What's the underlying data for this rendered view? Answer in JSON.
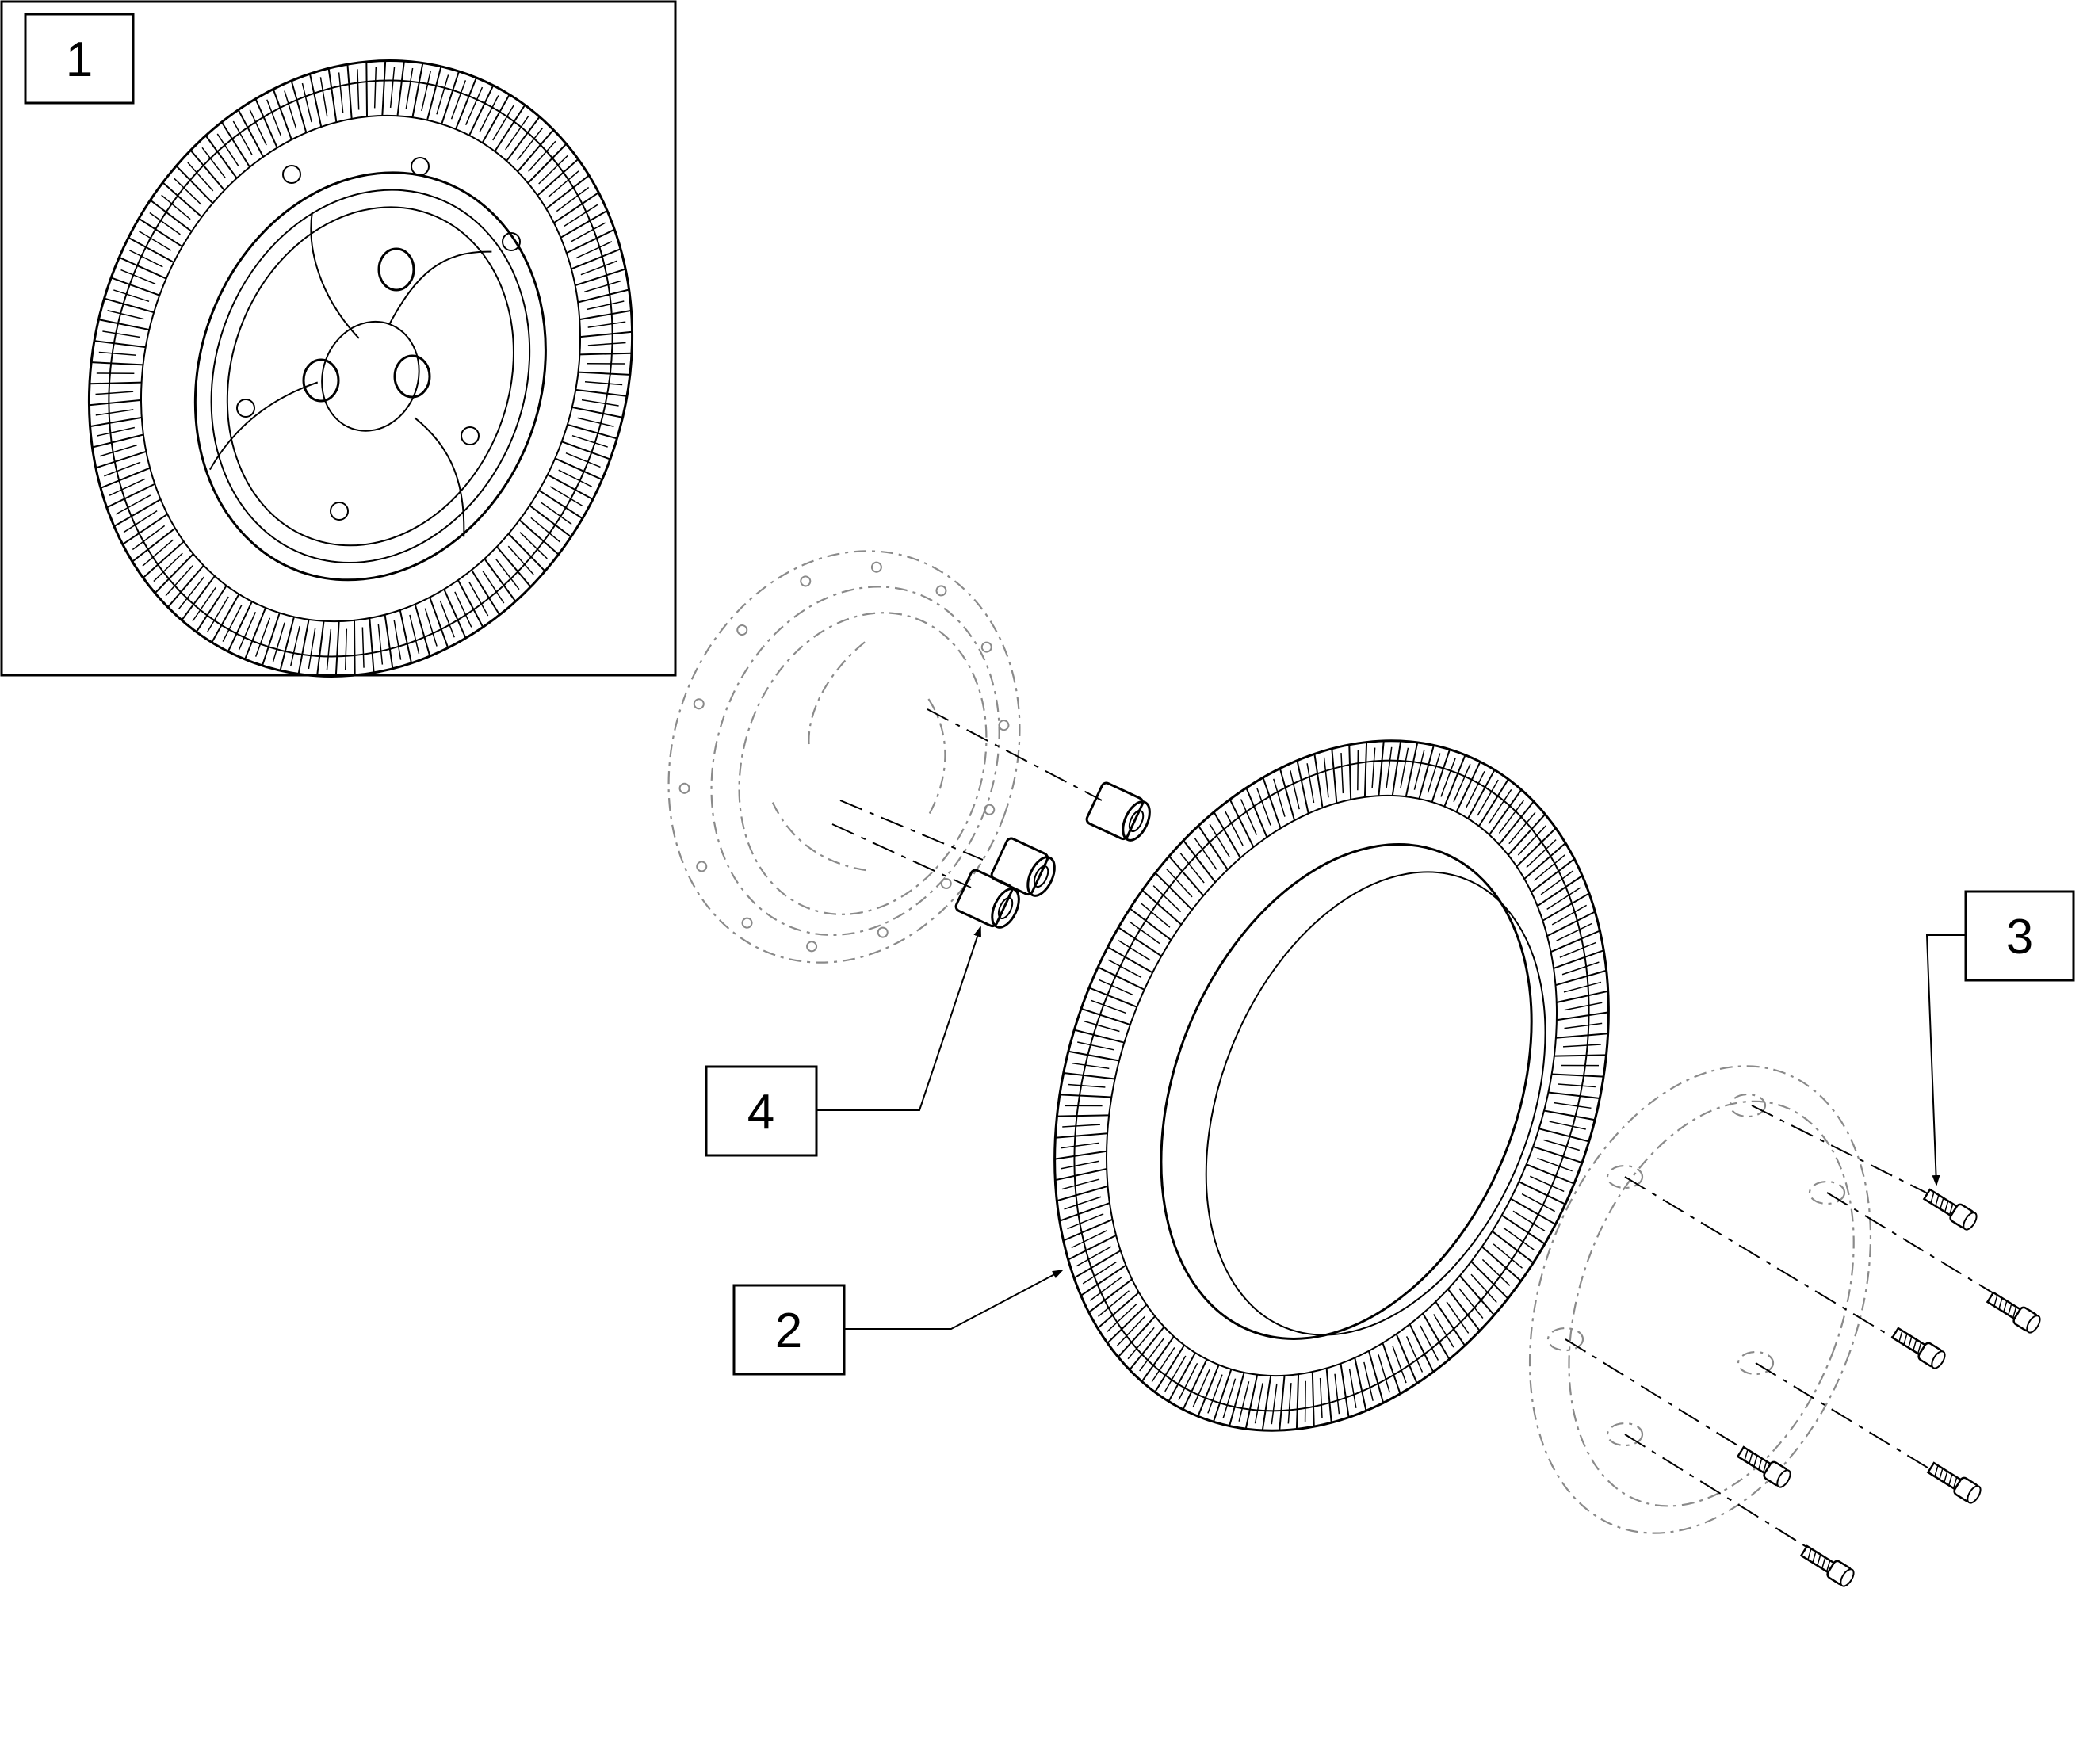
{
  "diagram": {
    "callouts": [
      {
        "id": "1",
        "label": "1"
      },
      {
        "id": "2",
        "label": "2"
      },
      {
        "id": "3",
        "label": "3"
      },
      {
        "id": "4",
        "label": "4"
      }
    ],
    "parts": [
      {
        "callout": "1",
        "icon": "wheel-assembly-icon"
      },
      {
        "callout": "2",
        "icon": "tire-icon"
      },
      {
        "callout": "3",
        "icon": "socket-screw-icon"
      },
      {
        "callout": "4",
        "icon": "lug-nut-icon"
      }
    ]
  }
}
